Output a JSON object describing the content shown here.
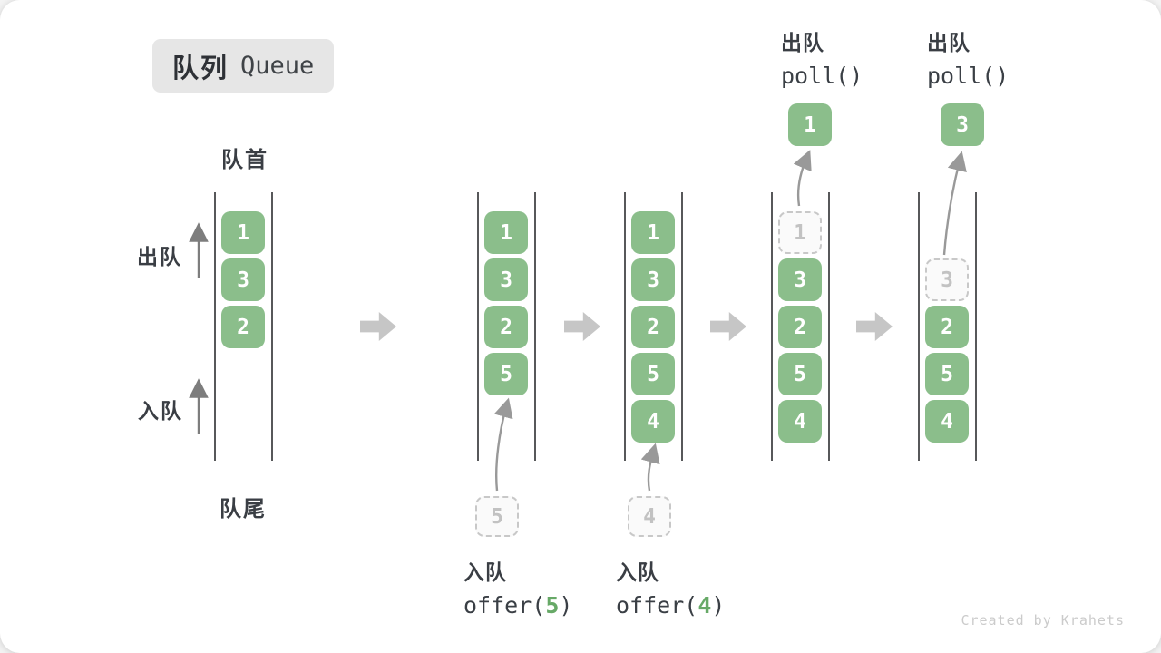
{
  "title": {
    "zh": "队列",
    "en": "Queue"
  },
  "labels": {
    "front": "队首",
    "rear": "队尾",
    "dequeue": "出队",
    "enqueue": "入队"
  },
  "watermark": "Created by Krahets",
  "colors": {
    "box_green": "#8bbe8b",
    "accent_green": "#67a967",
    "badge_bg": "#e6e6e6",
    "dashed_border": "#c8c8c8",
    "dashed_text": "#c2c2c2",
    "step_arrow": "#c6c6c6",
    "watermark_gray": "#cbcbcb",
    "dark_text": "#3a3e44",
    "line_dark": "#57585a",
    "thin_arrow": "#7d7d7d",
    "curved_arrow": "#999999"
  },
  "queues": [
    {
      "id": "step-1-initial",
      "slots": [
        {
          "value": "1",
          "style": "solid"
        },
        {
          "value": "3",
          "style": "solid"
        },
        {
          "value": "2",
          "style": "solid"
        }
      ]
    },
    {
      "id": "step-2-offer-5",
      "slots": [
        {
          "value": "1",
          "style": "solid"
        },
        {
          "value": "3",
          "style": "solid"
        },
        {
          "value": "2",
          "style": "solid"
        },
        {
          "value": "5",
          "style": "solid"
        }
      ],
      "pending": "5",
      "caption": {
        "action": "入队",
        "code_prefix": "offer(",
        "code_arg": "5",
        "code_suffix": ")"
      }
    },
    {
      "id": "step-3-offer-4",
      "slots": [
        {
          "value": "1",
          "style": "solid"
        },
        {
          "value": "3",
          "style": "solid"
        },
        {
          "value": "2",
          "style": "solid"
        },
        {
          "value": "5",
          "style": "solid"
        },
        {
          "value": "4",
          "style": "solid"
        }
      ],
      "pending": "4",
      "caption": {
        "action": "入队",
        "code_prefix": "offer(",
        "code_arg": "4",
        "code_suffix": ")"
      }
    },
    {
      "id": "step-4-poll-1",
      "slots": [
        {
          "value": "1",
          "style": "dashed"
        },
        {
          "value": "3",
          "style": "solid"
        },
        {
          "value": "2",
          "style": "solid"
        },
        {
          "value": "5",
          "style": "solid"
        },
        {
          "value": "4",
          "style": "solid"
        }
      ],
      "popped": "1",
      "caption_top": {
        "action": "出队",
        "code": "poll()"
      }
    },
    {
      "id": "step-5-poll-3",
      "slots": [
        {
          "style": "empty"
        },
        {
          "value": "3",
          "style": "dashed"
        },
        {
          "value": "2",
          "style": "solid"
        },
        {
          "value": "5",
          "style": "solid"
        },
        {
          "value": "4",
          "style": "solid"
        }
      ],
      "popped": "3",
      "caption_top": {
        "action": "出队",
        "code": "poll()"
      }
    }
  ]
}
